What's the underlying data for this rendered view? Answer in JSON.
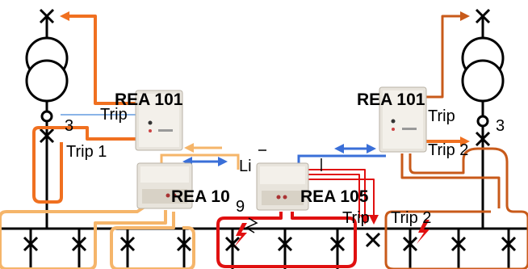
{
  "diagram": {
    "colors": {
      "orange": "#f07020",
      "dark_orange": "#c85a1a",
      "light_orange": "#f5b56a",
      "red": "#e01010",
      "blue": "#3a6fd8",
      "light_blue": "#8ab4e8",
      "line": "#000000"
    },
    "devices": {
      "rea101_left": "REA 101",
      "rea101_right": "REA 101",
      "rea10x_left": "REA 10",
      "rea105": "REA 105"
    },
    "labels": {
      "trip_left_top": "Trip",
      "trip_left_1": "Trip 1",
      "num3_left": "3",
      "trip_right_top": "Trip",
      "trip_right_2": "Trip 2",
      "num3_right": "3",
      "li_label": "Li",
      "num9": "9",
      "trip_mid": "Trip",
      "trip_2_mid": "Trip 2"
    },
    "icons": {
      "transformer": "transformer-symbol",
      "breaker": "breaker-cross-symbol",
      "arc": "arc-flash-icon"
    }
  }
}
